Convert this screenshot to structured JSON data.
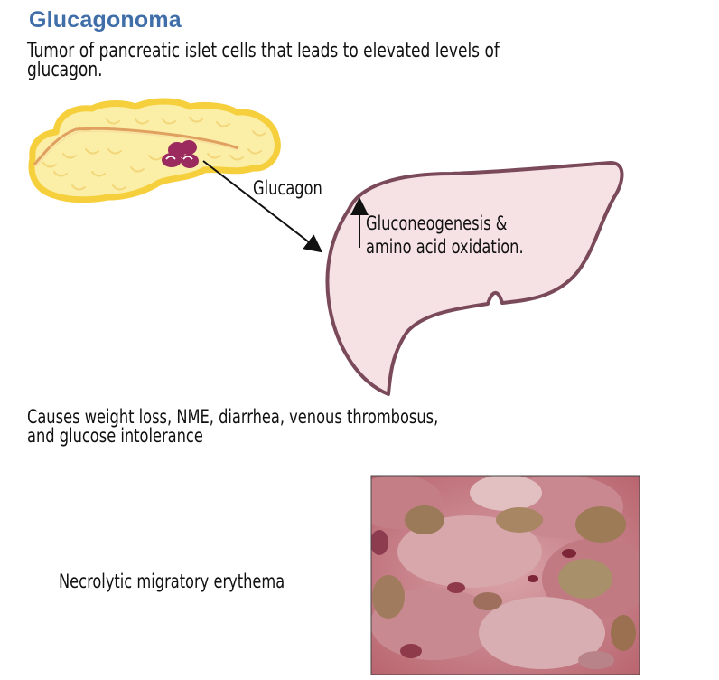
{
  "title": "Glucagonoma",
  "subtitle_line1": "Tumor of pancreatic islet cells that leads to elevated levels of",
  "subtitle_line2": "glucagon.",
  "arrow_label": "Glucagon",
  "liver_effect_line1": "Gluconeogenesis &",
  "liver_effect_line2": "amino acid oxidation.",
  "causes_line1": "Causes weight loss, NME, diarrhea, venous thrombosus,",
  "causes_line2": "and glucose intolerance",
  "photo_caption": "Necrolytic migratory erythema",
  "colors": {
    "title": "#3f6ea8",
    "pancreas_fill": "#fbefa8",
    "pancreas_outline": "#f6cf3c",
    "tumor": "#9b2a5e",
    "liver_fill": "#f6e1e4",
    "liver_outline": "#7a4a5a"
  }
}
